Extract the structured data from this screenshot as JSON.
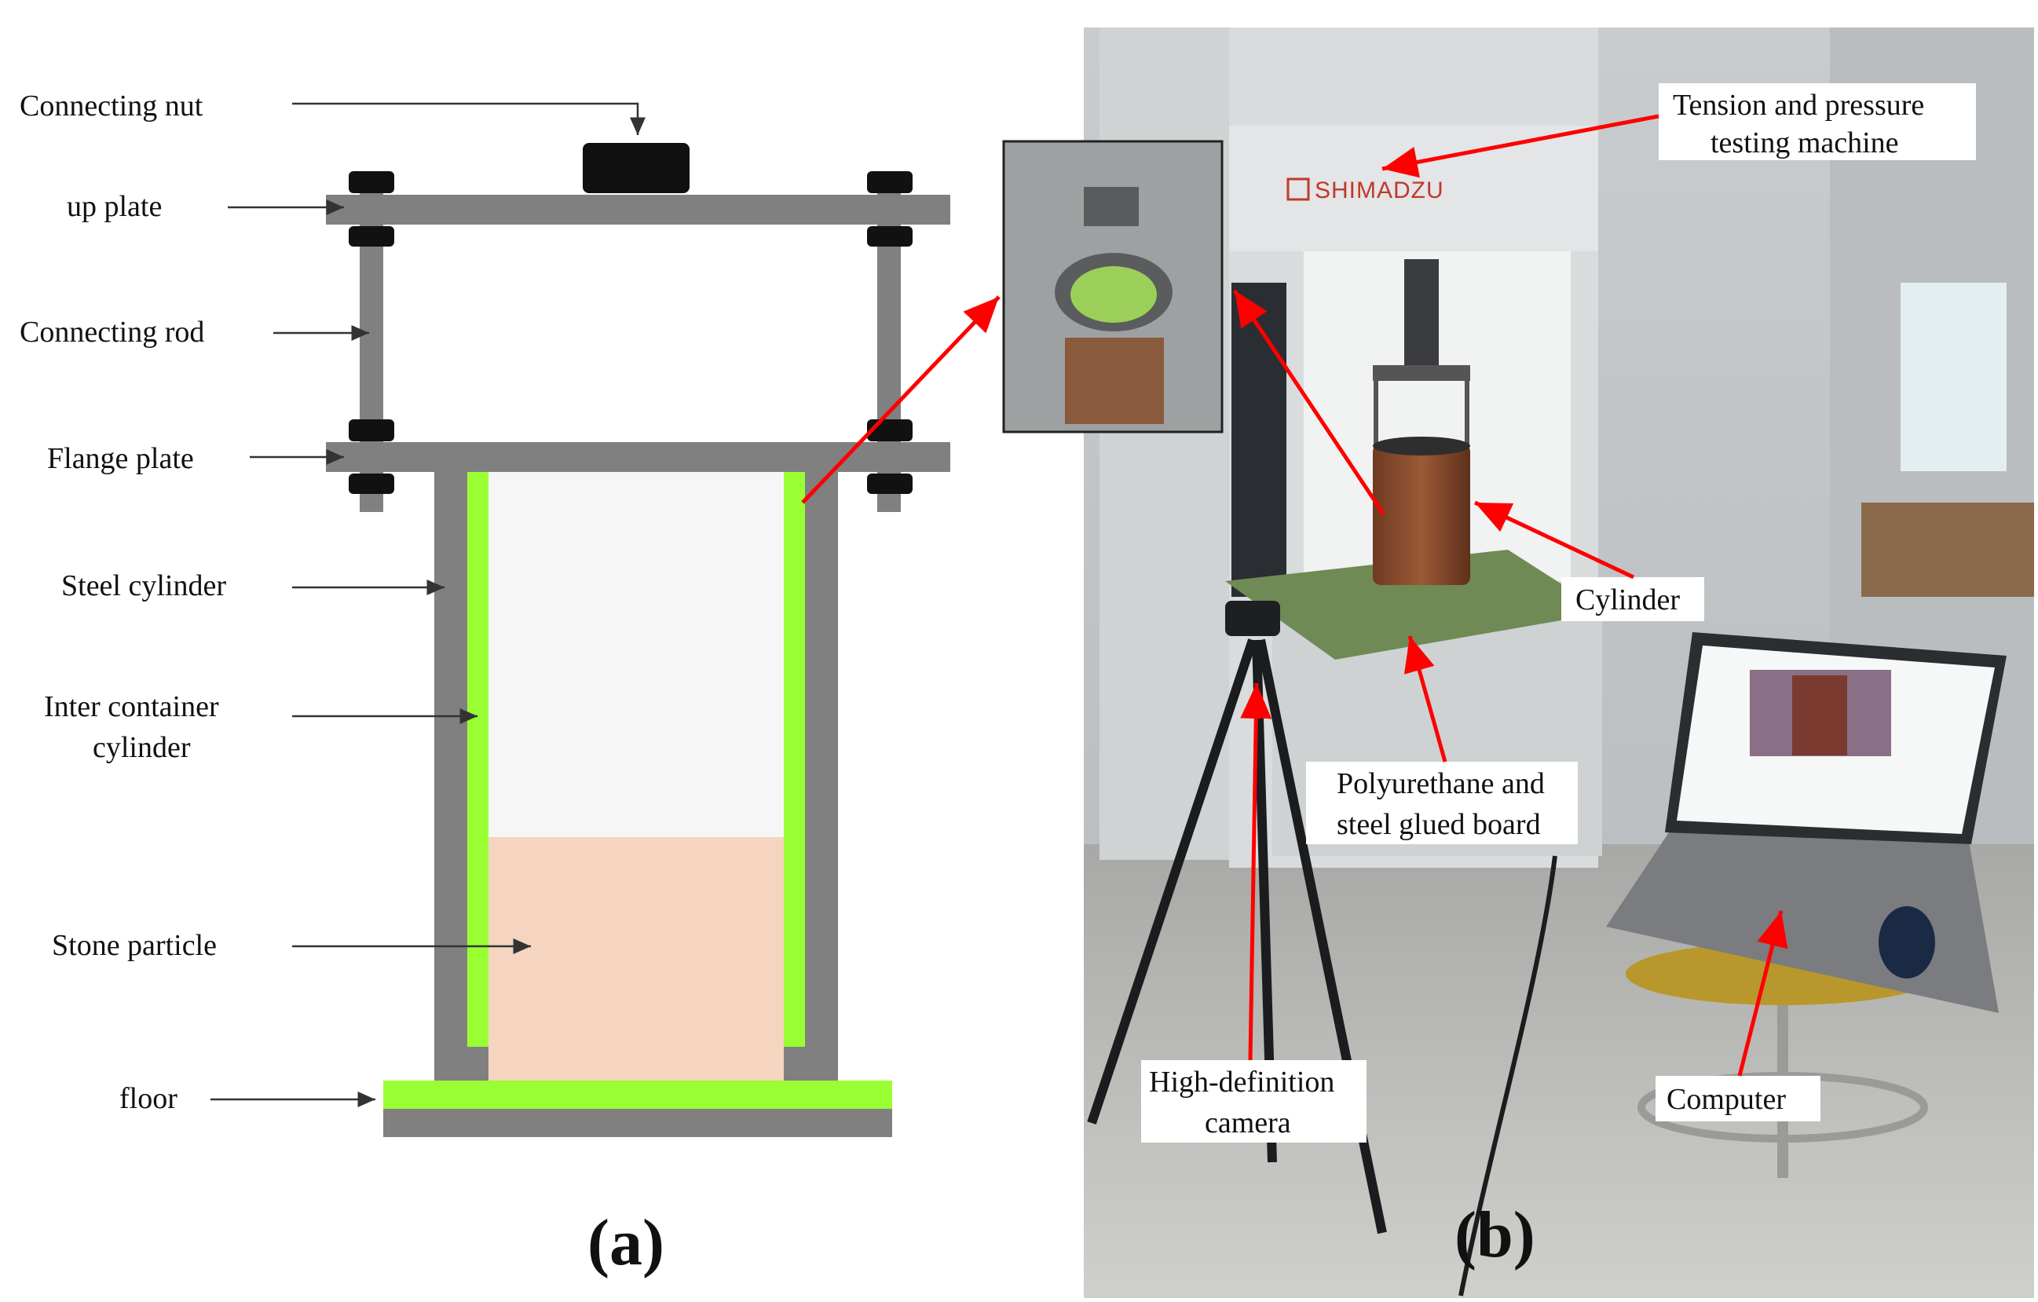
{
  "panel_a": {
    "label": "(a)",
    "labels": {
      "connecting_nut": "Connecting nut",
      "up_plate": "up plate",
      "connecting_rod": "Connecting rod",
      "flange_plate": "Flange plate",
      "steel_cylinder": "Steel cylinder",
      "inter_container_1": "Inter container",
      "inter_container_2": "cylinder",
      "stone_particle": "Stone particle",
      "floor": "floor"
    },
    "colors": {
      "steel": "#808080",
      "liner": "#99ff33",
      "stone": "#f5d5c0",
      "bolt": "#111111"
    }
  },
  "panel_b": {
    "label": "(b)",
    "brand": "SHIMADZU",
    "labels": {
      "machine_1": "Tension and pressure",
      "machine_2": "testing machine",
      "cylinder": "Cylinder",
      "board_1": "Polyurethane and",
      "board_2": "steel glued board",
      "camera_1": "High-definition",
      "camera_2": "camera",
      "computer": "Computer"
    },
    "arrow_color": "#ff0000"
  }
}
